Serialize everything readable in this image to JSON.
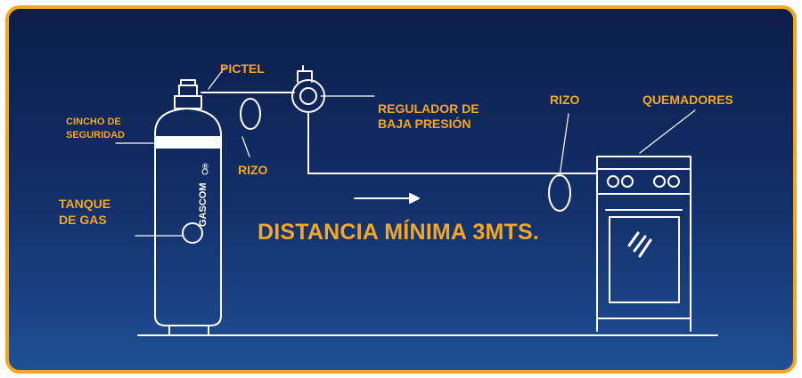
{
  "labels": {
    "pictel": "PICTEL",
    "regulador_line1": "REGULADOR DE",
    "regulador_line2": "BAJA PRESIÓN",
    "rizo_right": "RIZO",
    "quemadores": "QUEMADORES",
    "cincho_line1": "CINCHO DE",
    "cincho_line2": "SEGURIDAD",
    "tanque_line1": "TANQUE",
    "tanque_line2": "DE GAS",
    "rizo_left": "RIZO",
    "distancia": "DISTANCIA MÍNIMA 3MTS."
  },
  "brand": {
    "name": "GASCOM",
    "mark": "®"
  },
  "colors": {
    "accent": "#f5a623",
    "line": "#ffffff",
    "background_top": "#0b1d4a",
    "background_bottom": "#1f4f95"
  }
}
